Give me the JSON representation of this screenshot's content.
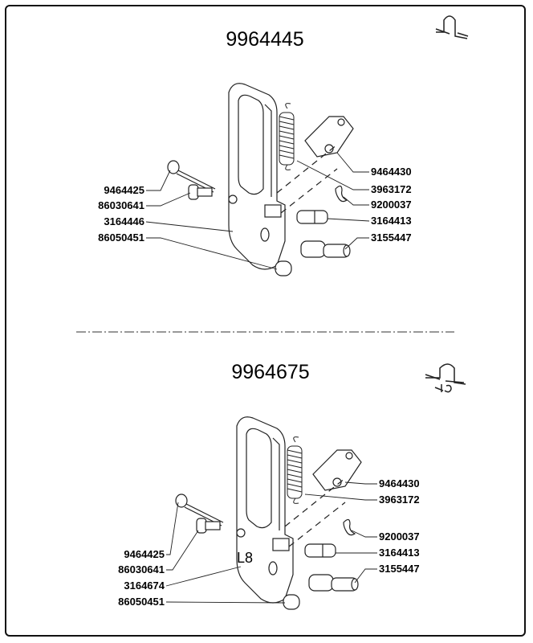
{
  "assemblies": [
    {
      "part_number": "9964445",
      "left_labels": [
        "9464425",
        "86030641",
        "3164446",
        "86050451"
      ],
      "right_labels": [
        "9464430",
        "3963172",
        "9200037",
        "3164413",
        "3155447"
      ],
      "icon": "spring-clip-icon"
    },
    {
      "part_number": "9964675",
      "left_labels": [
        "9464425",
        "86030641",
        "3164674",
        "86050451"
      ],
      "right_labels": [
        "9464430",
        "3963172",
        "9200037",
        "3164413",
        "3155447"
      ],
      "icon": "spring-clip-l8-icon",
      "body_marking": "L8"
    }
  ]
}
